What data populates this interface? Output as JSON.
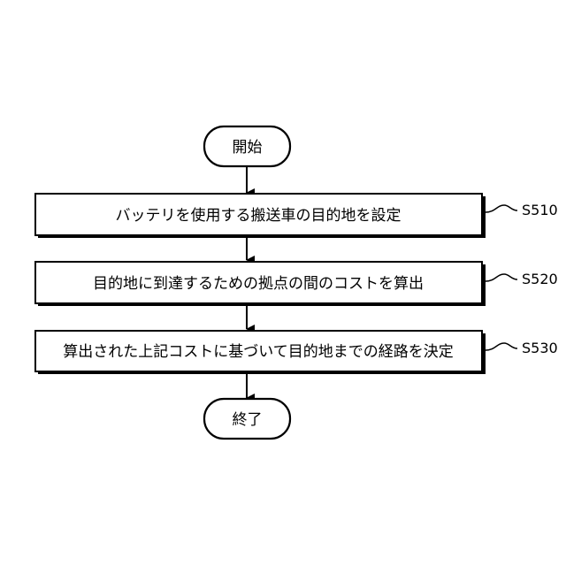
{
  "diagram": {
    "start": "開始",
    "end": "終了",
    "steps": [
      {
        "id": "S510",
        "text": "バッテリを使用する搬送車の目的地を設定"
      },
      {
        "id": "S520",
        "text": "目的地に到達するための拠点の間のコストを算出"
      },
      {
        "id": "S530",
        "text": "算出された上記コストに基づいて目的地までの経路を決定"
      }
    ]
  }
}
